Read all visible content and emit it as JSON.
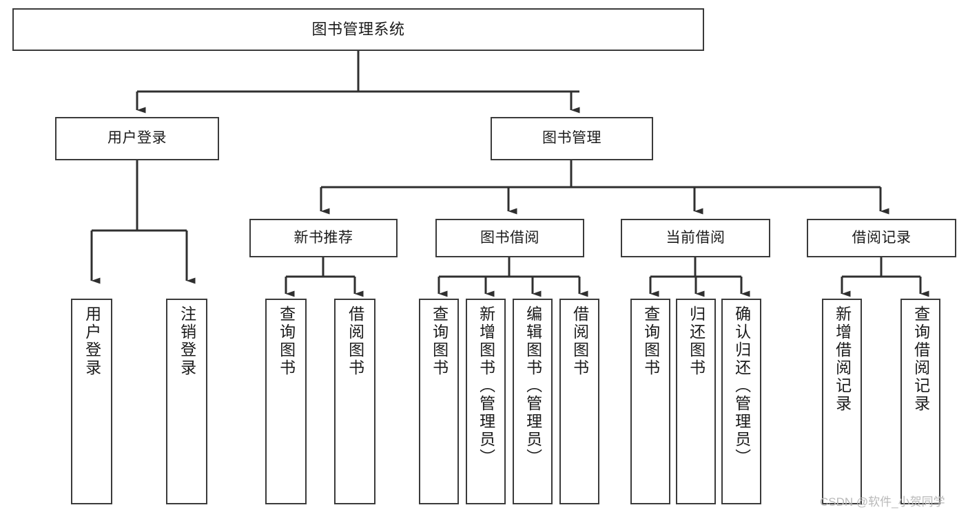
{
  "diagram": {
    "type": "tree-hierarchy-chart",
    "title": "图书管理系统",
    "stroke_color": "#3a3a3a",
    "text_color": "#1b1b1b",
    "background": "#ffffff",
    "nodes": {
      "root": {
        "label": "图书管理系统"
      },
      "level2": [
        {
          "label": "用户登录"
        },
        {
          "label": "图书管理"
        }
      ],
      "level3": [
        {
          "label": "新书推荐"
        },
        {
          "label": "图书借阅"
        },
        {
          "label": "当前借阅"
        },
        {
          "label": "借阅记录"
        }
      ],
      "leaves": {
        "user_login": [
          {
            "label": "用户登录"
          },
          {
            "label": "注销登录"
          }
        ],
        "new_book_recommend": [
          {
            "label": "查询图书"
          },
          {
            "label": "借阅图书"
          }
        ],
        "book_borrow": [
          {
            "label": "查询图书"
          },
          {
            "label": "新增图书（管理员）"
          },
          {
            "label": "编辑图书（管理员）"
          },
          {
            "label": "借阅图书"
          }
        ],
        "current_borrow": [
          {
            "label": "查询图书"
          },
          {
            "label": "归还图书"
          },
          {
            "label": "确认归还（管理员）"
          }
        ],
        "borrow_record": [
          {
            "label": "新增借阅记录"
          },
          {
            "label": "查询借阅记录"
          }
        ]
      }
    }
  },
  "watermark": {
    "text": "CSDN @软件_小贺同学"
  }
}
